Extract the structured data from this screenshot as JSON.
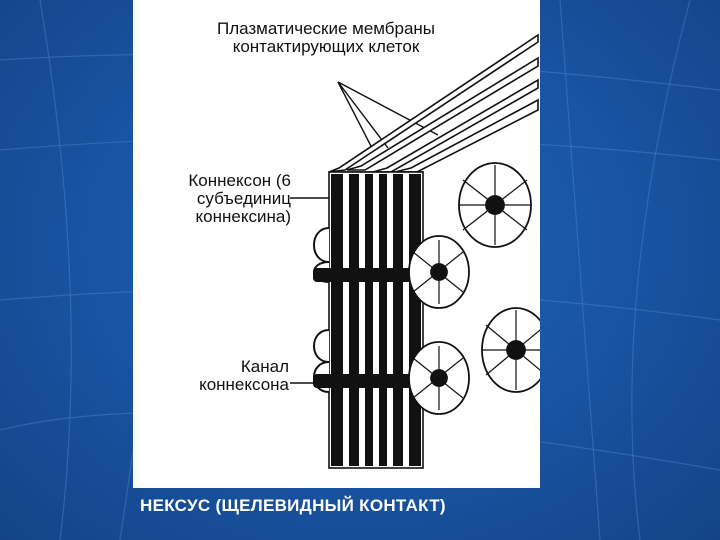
{
  "labels": {
    "membranes": "Плазматические мембраны контактирующих клеток",
    "connexon": "Коннексон (6 субъединиц коннексина)",
    "channel": "Канал коннексона"
  },
  "caption": "НЕКСУС (ЩЕЛЕВИДНЫЙ КОНТАКТ)",
  "colors": {
    "background": "#1a56a6",
    "panel": "#ffffff",
    "ink": "#111111",
    "caption": "#ffffff"
  }
}
